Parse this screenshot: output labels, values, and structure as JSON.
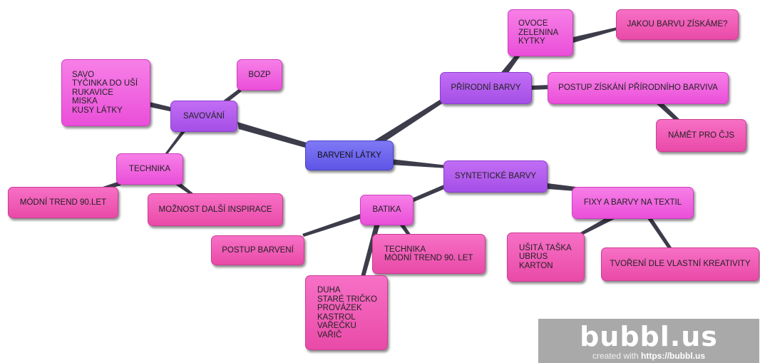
{
  "nodes": {
    "center": "BARVENÍ LÁTKY",
    "savovani": "SAVOVÁNÍ",
    "savovani_items": "SAVO\nTYČINKA DO UŠÍ\nRUKAVICE\nMISKA\nKUSY LÁTKY",
    "bozp": "BOZP",
    "technika": "TECHNIKA",
    "modni_trend": "MÓDNÍ TREND 90.LET",
    "moznost": "MOŽNOST DALŠÍ INSPIRACE",
    "prirodni": "PŘÍRODNÍ BARVY",
    "ovoce": "OVOCE\nZELENINA\nKYTKY",
    "jakou": "JAKOU BARVU ZÍSKÁME?",
    "postup_ziskani": "POSTUP ZÍSKÁNÍ PŘÍRODNÍHO BARVIVA",
    "namet": "NÁMĚT PRO ČJS",
    "synteticke": "SYNTETICKÉ BARVY",
    "batika": "BATIKA",
    "postup_barveni": "POSTUP BARVENÍ",
    "technika_modni": "TECHNIKA\nMÓDNÍ TREND 90. LET",
    "duha": "DUHA\nSTARÉ TRIČKO\nPROVÁZEK\nKASTROL\nVAŘEČKU\nVAŘIČ",
    "fixy": "FIXY A BARVY NA TEXTIL",
    "usita": "UŠITÁ TAŠKA\nUBRUS\nKARTON",
    "tvoreni": "TVOŘENÍ DLE VLASTNÍ KREATIVITY"
  },
  "watermark": {
    "brand": "bubbl.us",
    "created_with": "created with ",
    "url": "https://bubbl.us"
  },
  "colors": {
    "center": "#6a62ee",
    "level1": "#b25cee",
    "level2": "#f068e1",
    "level3": "#ef5cb6",
    "edge": "#3c3c4a"
  }
}
